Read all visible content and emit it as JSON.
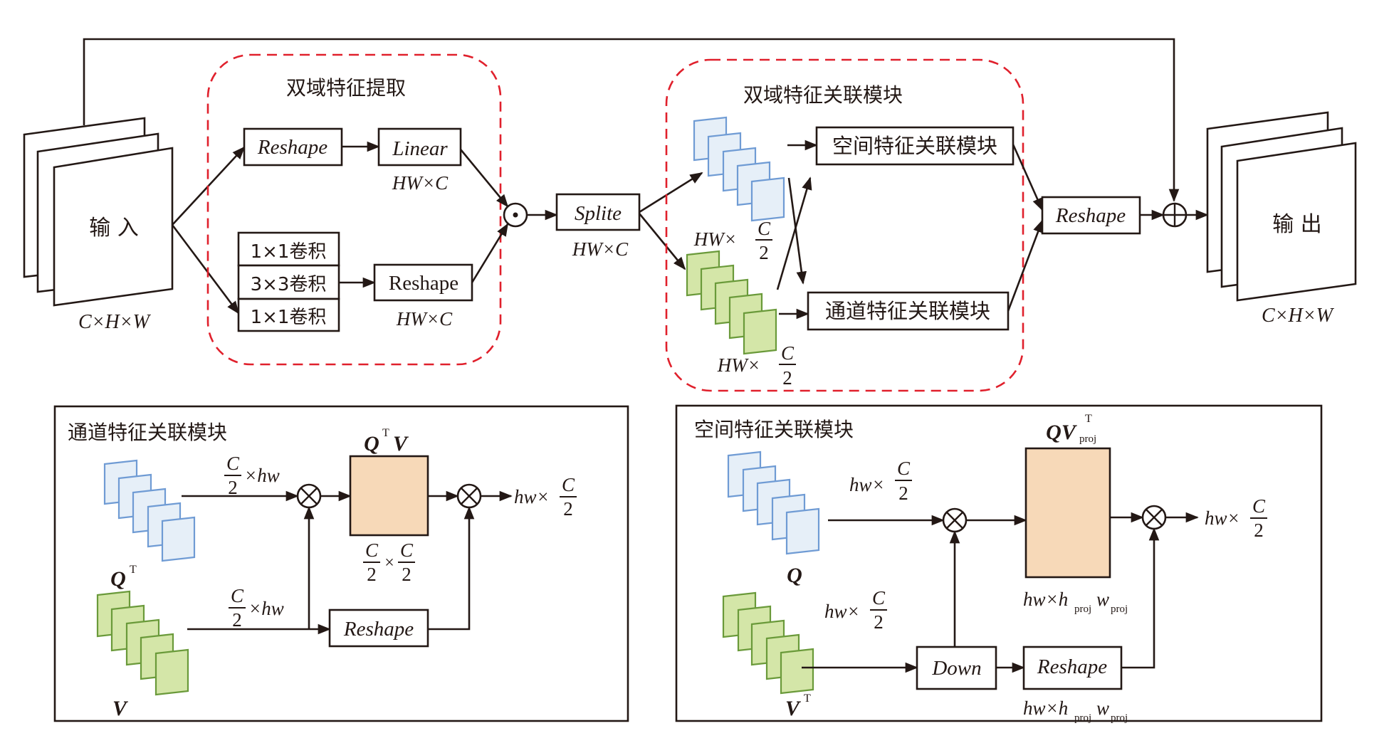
{
  "colors": {
    "line": "#231815",
    "dashed_region": "#e0202c",
    "query_stack_fill": "#e6eff8",
    "query_stack_border": "#6f9bd4",
    "value_stack_fill": "#d4e6a8",
    "value_stack_border": "#6a9a3a",
    "attention_matrix_fill": "#f7d9b8"
  },
  "top": {
    "input": {
      "label": "输 入",
      "shape": "C×H×W"
    },
    "output": {
      "label": "输 出",
      "shape": "C×H×W"
    },
    "dual_extract": {
      "title": "双域特征提取",
      "reshape_top": "Reshape",
      "linear": "Linear",
      "linear_shape": "HW×C",
      "conv_stack": [
        "1×1卷积",
        "3×3卷积",
        "1×1卷积"
      ],
      "reshape_bottom": "Reshape",
      "reshape_bottom_shape": "HW×C"
    },
    "hadamard_symbol": "⊙",
    "split": {
      "label": "Splite",
      "shape": "HW×C"
    },
    "dual_assoc": {
      "title": "双域特征关联模块",
      "half_shape_prefix": "HW×",
      "frac_num": "C",
      "frac_den": "2",
      "spatial_module": "空间特征关联模块",
      "channel_module": "通道特征关联模块"
    },
    "reshape_final": "Reshape",
    "sum_symbol": "⊕"
  },
  "channel_panel": {
    "title": "通道特征关联模块",
    "q_label": "Q",
    "q_sup": "T",
    "v_label": "V",
    "q_edge_label_suffix": "×hw",
    "v_edge_label_suffix": "×hw",
    "frac_num": "C",
    "frac_den": "2",
    "matrix_label_q": "Q",
    "matrix_label_sup": "T",
    "matrix_label_v": "V",
    "matrix_shape_times": "×",
    "reshape": "Reshape",
    "output_prefix": "hw×",
    "mult_symbol": "⊗"
  },
  "spatial_panel": {
    "title": "空间特征关联模块",
    "q_label": "Q",
    "v_label": "V",
    "v_sup": "T",
    "edge_prefix": "hw×",
    "frac_num": "C",
    "frac_den": "2",
    "matrix_label_main": "QV",
    "matrix_label_sup": "T",
    "matrix_label_sub": "proj",
    "matrix_shape_main": "hw×h",
    "matrix_shape_sub1": "proj",
    "matrix_shape_w": "w",
    "matrix_shape_sub2": "proj",
    "down": "Down",
    "reshape": "Reshape",
    "output_prefix": "hw×",
    "mult_symbol": "⊗"
  }
}
